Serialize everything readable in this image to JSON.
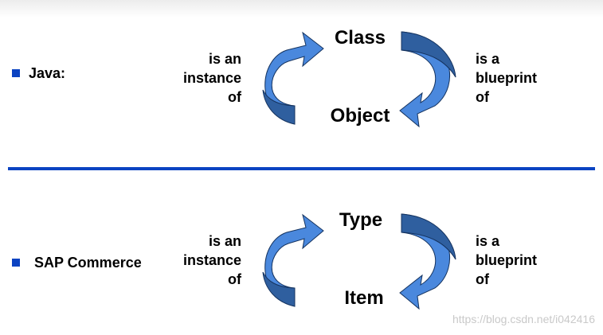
{
  "sections": [
    {
      "label": "Java:",
      "top_node": "Class",
      "bottom_node": "Object",
      "left_relation": [
        "is an",
        "instance",
        "of"
      ],
      "right_relation": [
        "is a",
        "blueprint",
        "of"
      ]
    },
    {
      "label": "SAP Commerce",
      "top_node": "Type",
      "bottom_node": "Item",
      "left_relation": [
        "is an",
        "instance",
        "of"
      ],
      "right_relation": [
        "is a",
        "blueprint",
        "of"
      ]
    }
  ],
  "colors": {
    "accent": "#0b43c2",
    "arrow_light": "#4a88dd",
    "arrow_dark": "#2f5f9f",
    "arrow_outline": "#15335f"
  },
  "watermark": "https://blog.csdn.net/i042416"
}
